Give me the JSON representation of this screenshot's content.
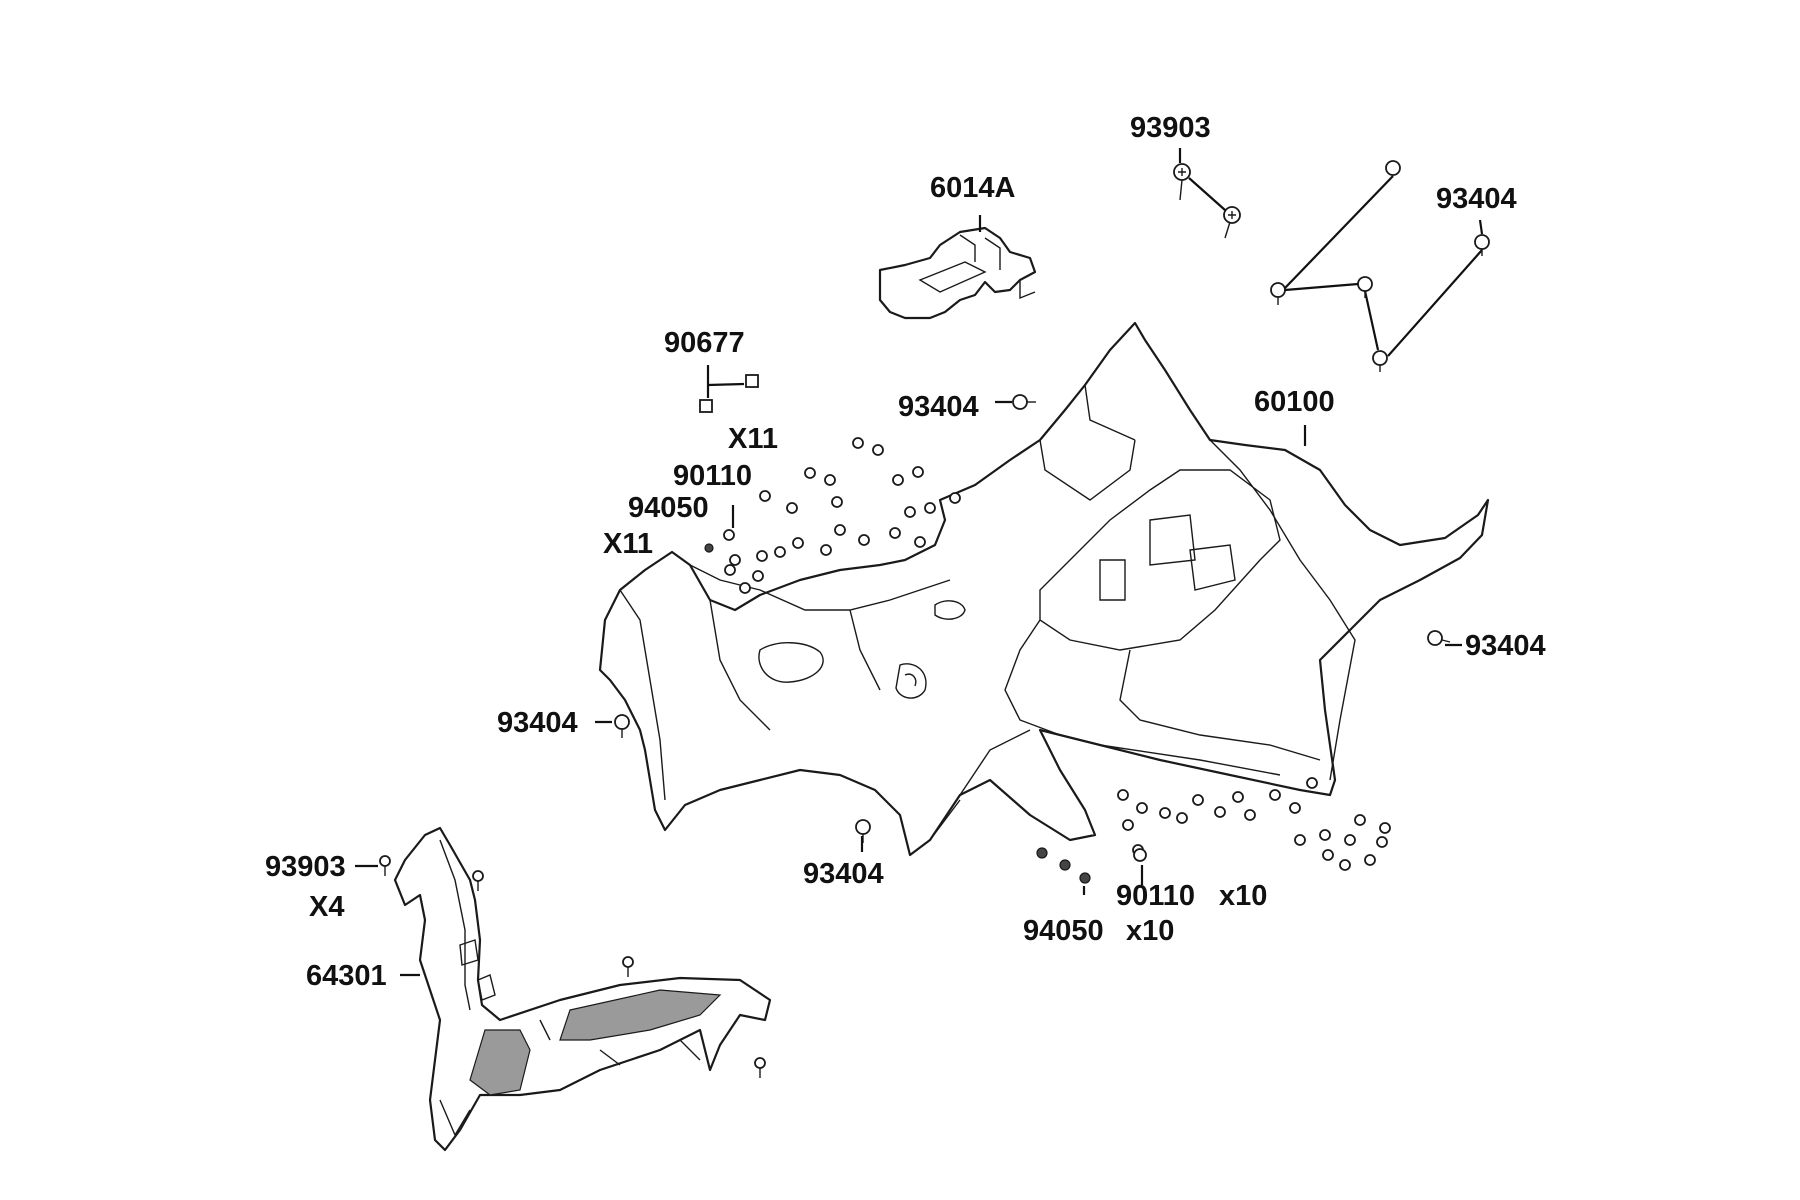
{
  "labels": {
    "p6014a": "6014A",
    "p93903_top": "93903",
    "p93404_topright": "93404",
    "p90677": "90677",
    "x11_a": "X11",
    "p93404_mid": "93404",
    "p60100": "60100",
    "p90110_a": "90110",
    "p94050_a": "94050",
    "x11_b": "X11",
    "p93404_right": "93404",
    "p93404_left": "93404",
    "p93903_bottom": "93903",
    "x4": "X4",
    "p93404_bottom": "93404",
    "p64301": "64301",
    "p90110_b": "90110",
    "x10_a": "x10",
    "p94050_b": "94050",
    "x10_b": "x10"
  }
}
